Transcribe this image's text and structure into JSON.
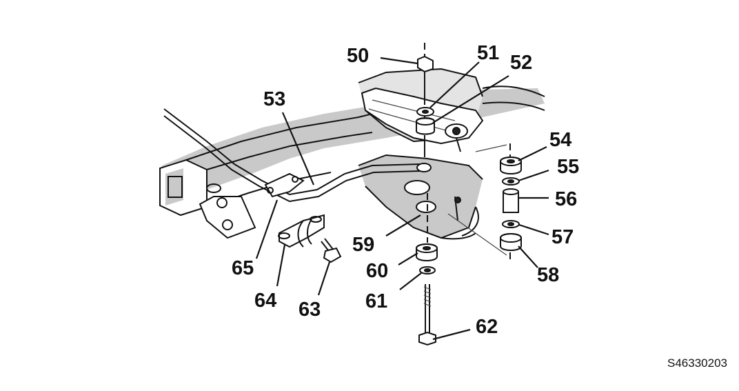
{
  "callouts": [
    {
      "id": "50",
      "text": "50"
    },
    {
      "id": "51",
      "text": "51"
    },
    {
      "id": "52",
      "text": "52"
    },
    {
      "id": "53",
      "text": "53"
    },
    {
      "id": "54",
      "text": "54"
    },
    {
      "id": "55",
      "text": "55"
    },
    {
      "id": "56",
      "text": "56"
    },
    {
      "id": "57",
      "text": "57"
    },
    {
      "id": "58",
      "text": "58"
    },
    {
      "id": "59",
      "text": "59"
    },
    {
      "id": "60",
      "text": "60"
    },
    {
      "id": "61",
      "text": "61"
    },
    {
      "id": "62",
      "text": "62"
    },
    {
      "id": "63",
      "text": "63"
    },
    {
      "id": "64",
      "text": "64"
    },
    {
      "id": "65",
      "text": "65"
    }
  ],
  "figure_code": "S46330203"
}
